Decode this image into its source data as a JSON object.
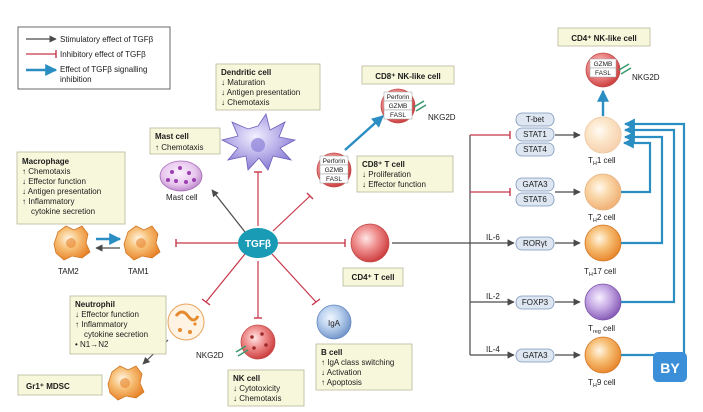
{
  "legend": {
    "stimulatory": "Stimulatory effect of TGFβ",
    "inhibitory": "Inhibitory effect of TGFβ",
    "signalling_1": "Effect of TGFβ signalling",
    "signalling_2": "inhibition"
  },
  "center": {
    "label": "TGFβ"
  },
  "dendritic": {
    "title": "Dendritic cell",
    "lines": [
      "↓ Maturation",
      "↓ Antigen presentation",
      "↓ Chemotaxis"
    ]
  },
  "mast": {
    "title": "Mast cell",
    "lines": [
      "↑ Chemotaxis"
    ],
    "cell_label": "Mast cell"
  },
  "macrophage": {
    "title": "Macrophage",
    "lines": [
      "↑ Chemotaxis",
      "↓ Effector function",
      "↓ Antigen presentation",
      "↑ Inflammatory",
      "cytokine secretion"
    ]
  },
  "tam": {
    "tam2": "TAM2",
    "tam1": "TAM1"
  },
  "neutrophil": {
    "title": "Neutrophil",
    "lines": [
      "↓ Effector function",
      "↑ Inflammatory",
      "cytokine secretion",
      "• N1→N2"
    ]
  },
  "mdsc": {
    "label": "Gr1⁺ MDSC"
  },
  "nk": {
    "title": "NK cell",
    "lines": [
      "↓ Cytotoxicity",
      "↓ Chemotaxis"
    ],
    "receptor": "NKG2D"
  },
  "bcell": {
    "title": "B cell",
    "lines": [
      "↑ IgA class switching",
      "↓ Activation",
      "↑ Apoptosis"
    ],
    "ig": "IgA"
  },
  "cd8_top": {
    "title": "CD8⁺ NK-like cell",
    "molecules": [
      "Perforin",
      "GZMB",
      "FASL"
    ],
    "receptor": "NKG2D"
  },
  "cd8": {
    "title": "CD8⁺ T cell",
    "lines": [
      "↓ Proliferation",
      "↓ Effector function"
    ],
    "molecules": [
      "Perforin",
      "GZMB",
      "FASL"
    ]
  },
  "cd4": {
    "label": "CD4⁺ T cell"
  },
  "cd4nk": {
    "title": "CD4⁺ NK-like cell",
    "molecules": [
      "GZMB",
      "FASL"
    ],
    "receptor": "NKG2D"
  },
  "th1": {
    "factors": [
      "T-bet",
      "STAT1",
      "STAT4"
    ],
    "label": "TH1 cell",
    "label_main": "T",
    "label_sub": "H",
    "label_tail": "1 cell"
  },
  "th2": {
    "factors": [
      "GATA3",
      "STAT6"
    ],
    "label_main": "T",
    "label_sub": "H",
    "label_tail": "2 cell"
  },
  "th17": {
    "cytokine": "IL-6",
    "factor": "RORγt",
    "label_main": "T",
    "label_sub": "H",
    "label_tail": "17 cell"
  },
  "treg": {
    "cytokine": "IL-2",
    "factor": "FOXP3",
    "label_main": "T",
    "label_sub": "reg",
    "label_tail": " cell"
  },
  "th9": {
    "cytokine": "IL-4",
    "factor": "GATA3",
    "label_main": "T",
    "label_sub": "H",
    "label_tail": "9 cell"
  },
  "watermark": {
    "text": "BY"
  },
  "colors": {
    "stim": "#4a4a4a",
    "inhib": "#c8374a",
    "signal": "#2a8ec2",
    "hub": "#1a9bb5",
    "box_fill": "#f7f7dc",
    "box_stroke": "#b7b79a",
    "factor_fill": "#dde6f1",
    "factor_stroke": "#7b95bb"
  }
}
